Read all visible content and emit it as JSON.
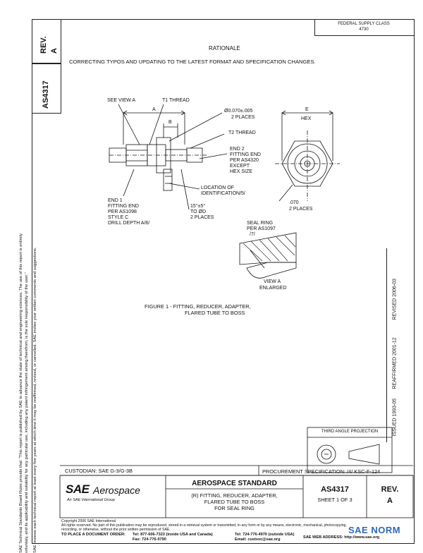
{
  "header": {
    "federal_code_line1": "FEDERAL SUPPLY CLASS",
    "federal_code_line2": "4730"
  },
  "sidebar": {
    "rev_label": "REV.",
    "rev_value": "A",
    "doc_number": "AS4317",
    "issued": "ISSUED  1993-05",
    "reaffirmed": "REAFFIRMED 2001-12",
    "revised": "REVISED 2006-03",
    "disclaimer_1": "SAE Technical Standards Board Rules provide that: \"This report is published by SAE to advance the state of technical and engineering sciences. The use of this report is entirely",
    "disclaimer_2": "voluntary, and its applicability and suitability for any particular use, including any patent infringement arising therefrom, is the sole responsibility of the user.\"",
    "disclaimer_3": "SAE reviews each technical report at least every five years at which time it may be reaffirmed, revised, or cancelled. SAE invites your written comments and suggestions."
  },
  "rationale": {
    "heading": "RATIONALE",
    "text": "CORRECTING TYPOS AND UPDATING TO THE LATEST FORMAT AND SPECIFICATION CHANGES."
  },
  "figure": {
    "see_view_a": "SEE VIEW A",
    "t1_thread": "T1 THREAD",
    "dim_a": "A",
    "dim_b": "B",
    "dia_070": "Ø0.070±.005",
    "two_places_1": "2 PLACES",
    "t2_thread": "T2 THREAD",
    "end2_l1": "END 2",
    "end2_l2": "FITTING END",
    "end2_l3": "PER AS4320",
    "end2_l4": "EXCEPT",
    "end2_l5": "HEX SIZE",
    "end1_l1": "END 1",
    "end1_l2": "FITTING END",
    "end1_l3": "PER AS1098",
    "end1_l4": "STYLE C",
    "end1_l5": "DRILL DEPTH A/6/",
    "location_l1": "LOCATION OF",
    "location_l2": "IDENTIFICATION/5/",
    "angle_l1": "15°±5°",
    "angle_l2": "TO ØD",
    "angle_l3": "2 PLACES",
    "hex_e": "E",
    "hex_label": "HEX",
    "hex_070": ".070",
    "hex_two_places": "2 PLACES",
    "seal_l1": "SEAL RING",
    "seal_l2": "PER AS1097",
    "seal_l3": "/7/",
    "view_a_l1": "VIEW A",
    "view_a_l2": "ENLARGED",
    "caption_l1": "FIGURE 1 - FITTING, REDUCER, ADAPTER,",
    "caption_l2": "FLARED TUBE TO BOSS"
  },
  "third_angle": "THIRD ANGLE PROJECTION",
  "custodian": "CUSTODIAN:  SAE  G-3/G-3B",
  "procurement": "PROCUREMENT SPECIFICATION: /4/ KSC-F-124",
  "title_block": {
    "sae_brand": "SAE",
    "aerospace_word": "Aerospace",
    "sae_tagline": "An SAE International Group",
    "standard_title": "AEROSPACE STANDARD",
    "desc_l1": "(R) FITTING, REDUCER, ADAPTER,",
    "desc_l2": "FLARED TUBE TO BOSS",
    "desc_l3": "FOR SEAL RING",
    "doc_number": "AS4317",
    "sheet": "SHEET 1 OF 3",
    "rev_label": "REV.",
    "rev_value": "A"
  },
  "footer": {
    "copyright": "Copyright 2006 SAE International",
    "rights_1": "All rights reserved. No part of this publication may be reproduced, stored in a retrieval system or transmitted, in any form or by any means, electronic, mechanical, photocopying,",
    "rights_2": "recording, or otherwise, without the prior written permission of SAE.",
    "order_label": "TO PLACE A DOCUMENT ORDER:",
    "tel_1": "Tel:  877-606-7323 (inside USA and Canada)",
    "fax": "Fax:  724-776-0790",
    "tel_2": "Tel:  724-776-4970 (outside USA)",
    "email": "Email:  custsvc@sae.org",
    "web": "SAE WEB ADDRESS:  http://www.sae.org"
  },
  "watermark": "SAE NORM"
}
